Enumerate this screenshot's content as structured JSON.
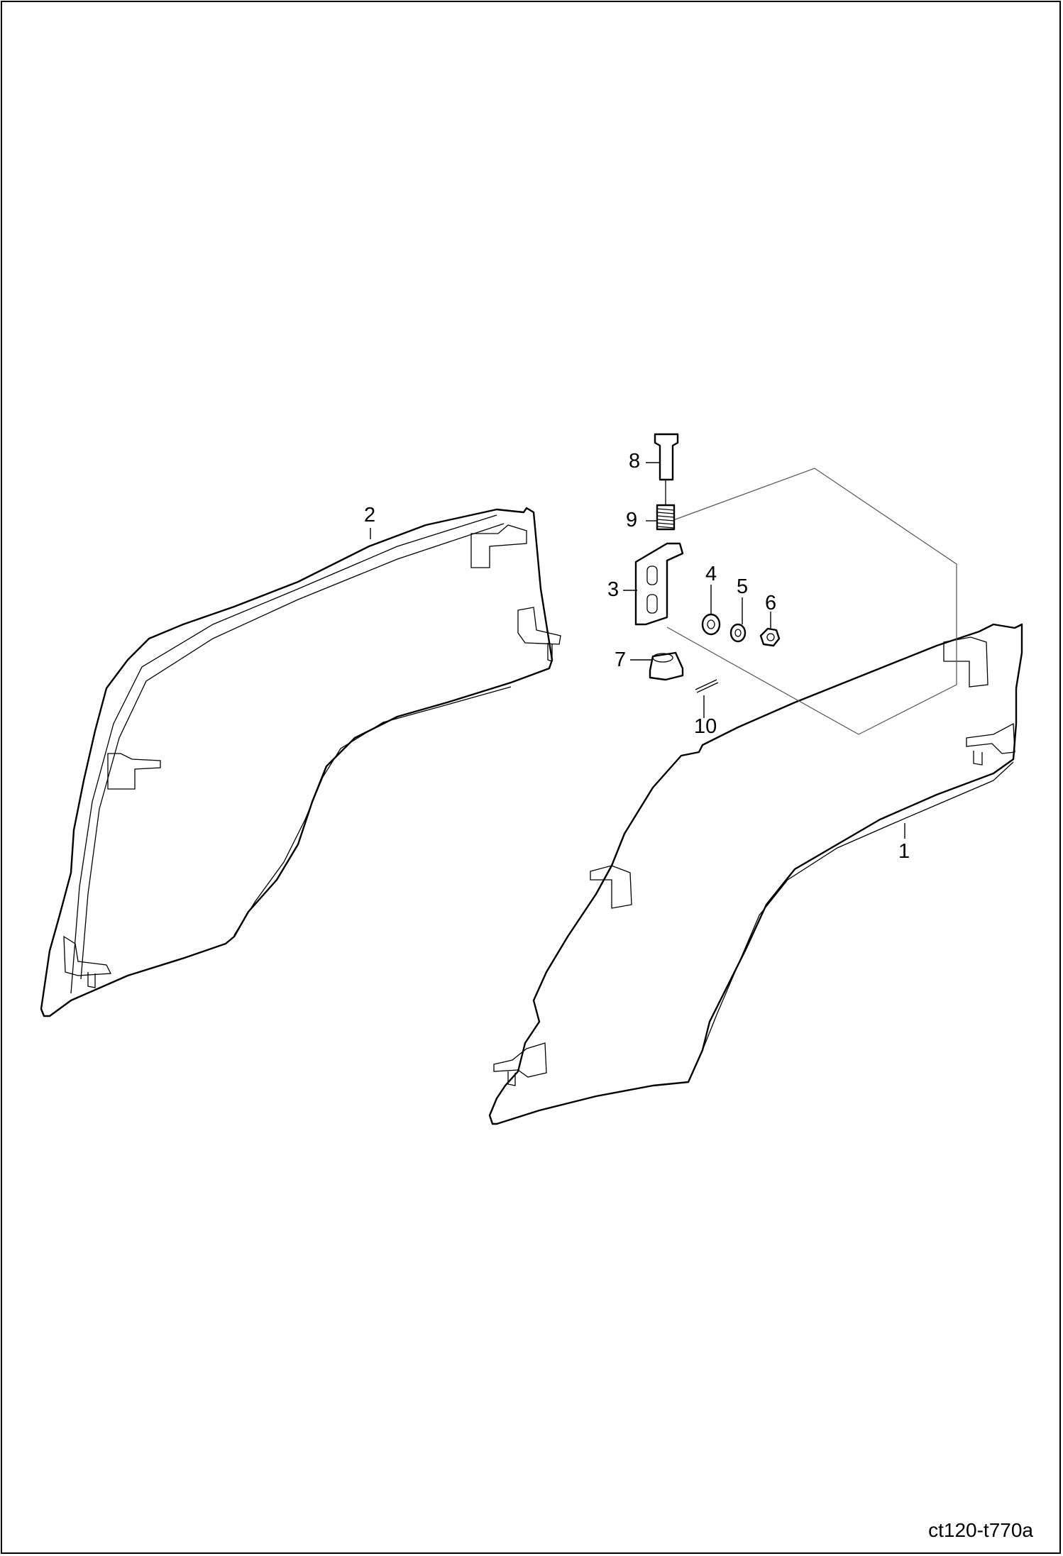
{
  "diagram": {
    "figure_code": "ct120-t770a",
    "callouts": [
      {
        "id": "1",
        "label": "1"
      },
      {
        "id": "2",
        "label": "2"
      },
      {
        "id": "3",
        "label": "3"
      },
      {
        "id": "4",
        "label": "4"
      },
      {
        "id": "5",
        "label": "5"
      },
      {
        "id": "6",
        "label": "6"
      },
      {
        "id": "7",
        "label": "7"
      },
      {
        "id": "8",
        "label": "8"
      },
      {
        "id": "9",
        "label": "9"
      },
      {
        "id": "10",
        "label": "10"
      }
    ]
  }
}
